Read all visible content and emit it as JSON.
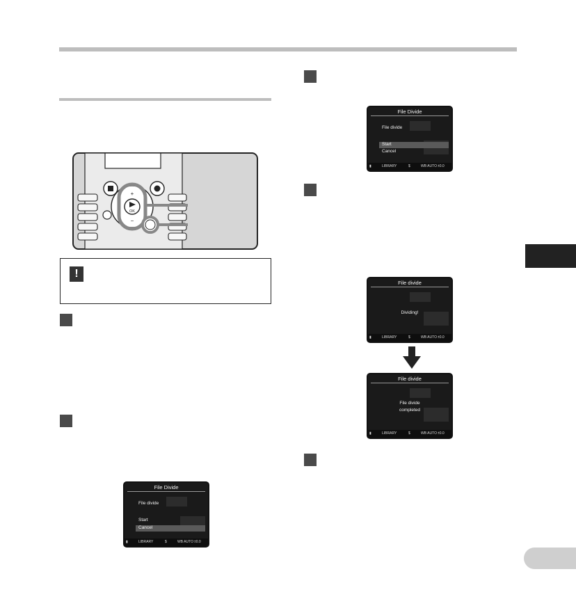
{
  "screens": {
    "s1": {
      "title": "File Divide",
      "label": "File divide",
      "opt1": "Start",
      "opt2": "Cancel",
      "selected": "opt2"
    },
    "s2": {
      "title": "File Divide",
      "label": "File divide",
      "opt1": "Start",
      "opt2": "Cancel",
      "selected": "opt1"
    },
    "s3": {
      "title": "File divide",
      "line1": "Dividing!"
    },
    "s4": {
      "title": "File divide",
      "line1": "File divide",
      "line2": "completed"
    }
  },
  "status": {
    "left": "LIBRARY",
    "mid": "$",
    "mode": "WB AUTO",
    "ev": "±0.0"
  },
  "note_icon": "!",
  "colors": {
    "rule": "#bdbdbd",
    "tab": "#222222",
    "page_tab": "#cfcfcf"
  }
}
